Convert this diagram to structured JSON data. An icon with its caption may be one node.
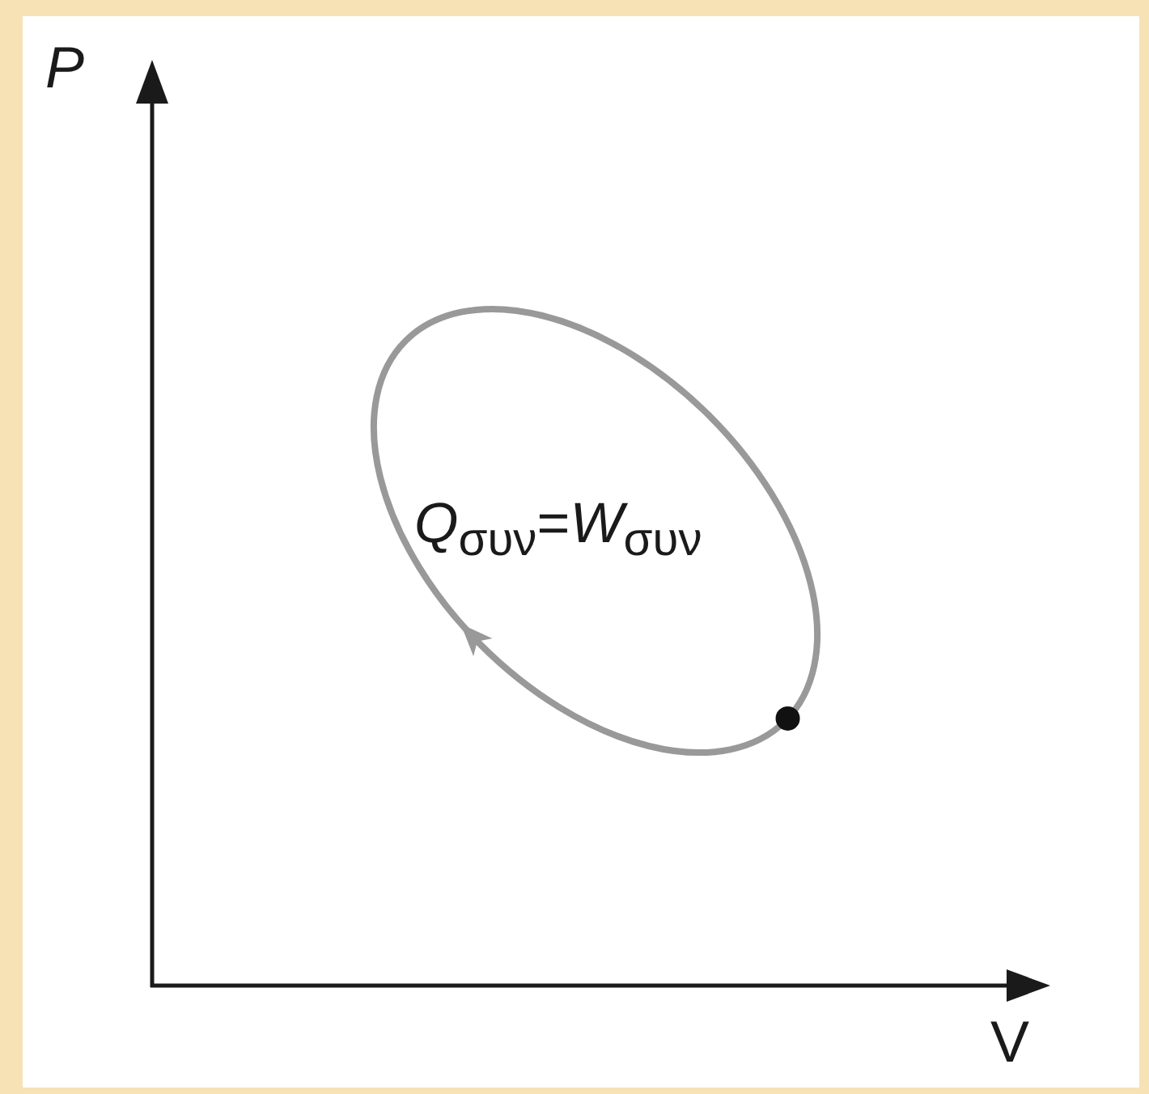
{
  "diagram": {
    "labels": [
      "P",
      "V",
      "*Q*$_{συν}$=*W*$_{συν}$"
    ]
  }
}
